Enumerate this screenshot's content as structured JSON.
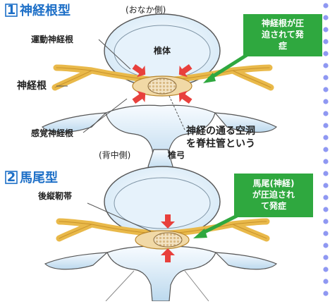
{
  "diagram": {
    "section1": {
      "number": "1",
      "title": "神経根型",
      "front_label": "(おなか側)",
      "back_label": "(背中側)",
      "vertebral_body_label": "椎体",
      "motor_root_label": "運動神経根",
      "nerve_root_label": "神経根",
      "sensory_root_label": "感覚神経根",
      "lamina_label": "椎弓",
      "canal_note_line1": "神経の通る空洞",
      "canal_note_line2": "を脊柱管という",
      "callout_line1": "神経根が圧",
      "callout_line2": "迫されて発",
      "callout_line3": "症"
    },
    "section2": {
      "number": "2",
      "title": "馬尾型",
      "ligament_label": "後縦靭帯",
      "callout_line1": "馬尾(神経)",
      "callout_line2": "が圧迫され",
      "callout_line3": "て発症"
    },
    "colors": {
      "title_blue": "#1d6fc7",
      "callout_green": "#2fa83f",
      "nerve_yellow": "#e9b94a",
      "bone_blue": "#d7ecf8",
      "arrow_red": "#e8403c",
      "dot_blue": "#8f98f2"
    }
  }
}
